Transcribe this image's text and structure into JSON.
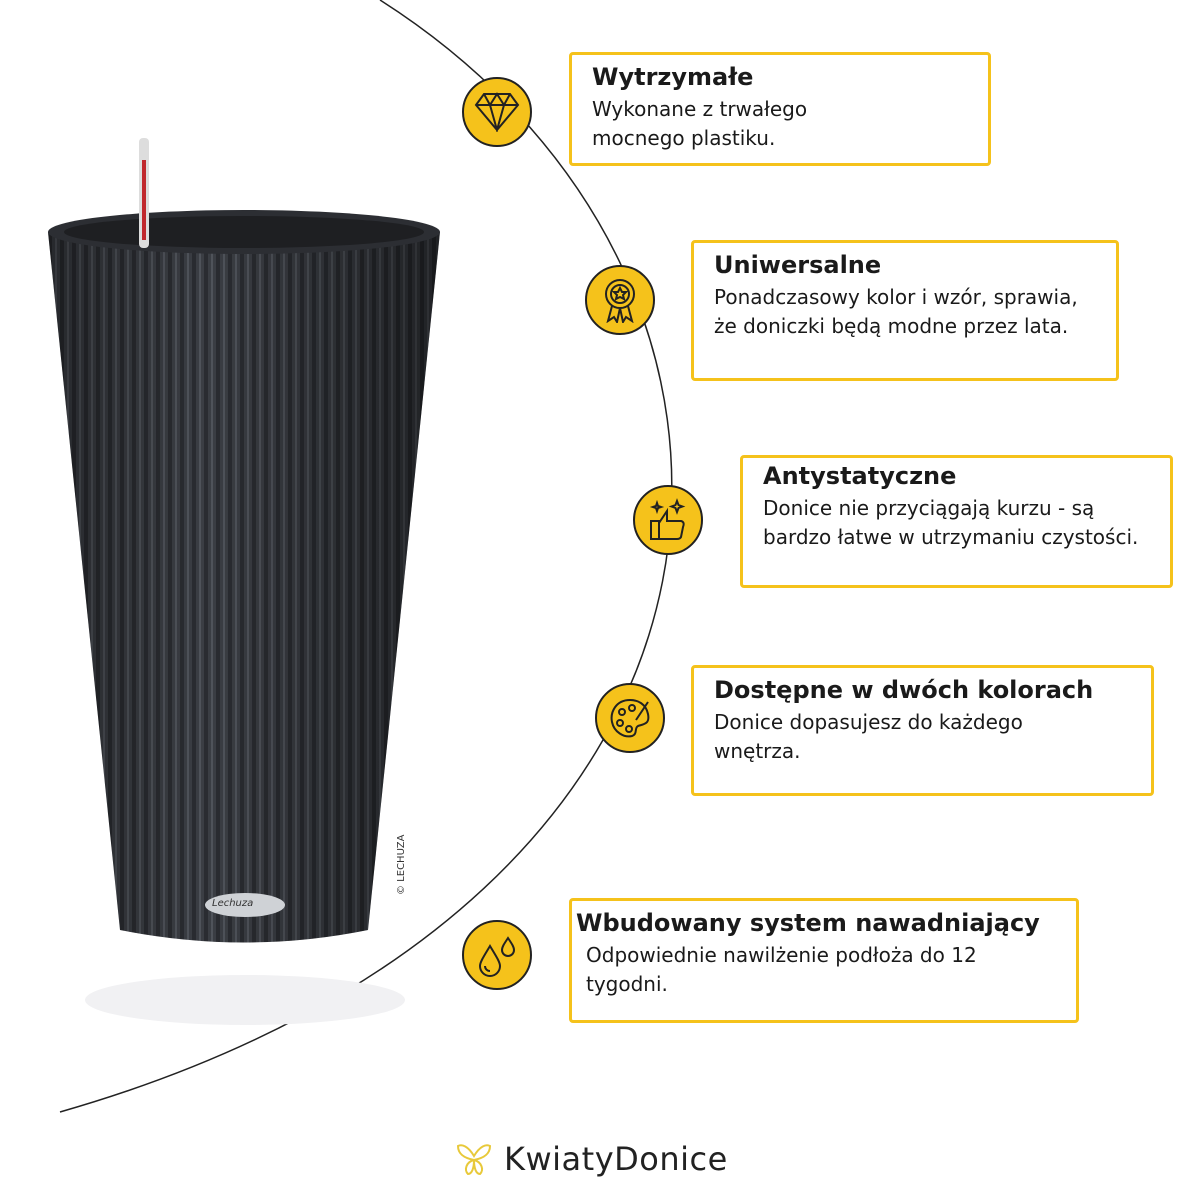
{
  "features": [
    {
      "icon": "diamond-icon",
      "title": "Wytrzymałe",
      "text": "Wykonane z trwałego mocnego plastiku."
    },
    {
      "icon": "award-medal-icon",
      "title": "Uniwersalne",
      "text": "Ponadczasowy kolor i wzór, sprawia, że doniczki będą modne przez lata."
    },
    {
      "icon": "sparkle-thumbs-up-icon",
      "title": "Antystatyczne",
      "text": "Donice nie przyciągają kurzu - są bardzo łatwe w utrzymaniu czystości."
    },
    {
      "icon": "palette-icon",
      "title": "Dostępne w dwóch kolorach",
      "text": "Donice dopasujesz do każdego wnętrza."
    },
    {
      "icon": "water-drops-icon",
      "title": "Wbudowany system nawadniający",
      "text": "Odpowiednie nawilżenie podłoża do 12 tygodni."
    }
  ],
  "copyright": "© LECHUZA",
  "pot_badge": "Lechuza",
  "brand": "KwiatyDonice",
  "colors": {
    "accent": "#F5C21B",
    "pot": "#3a3d42"
  }
}
